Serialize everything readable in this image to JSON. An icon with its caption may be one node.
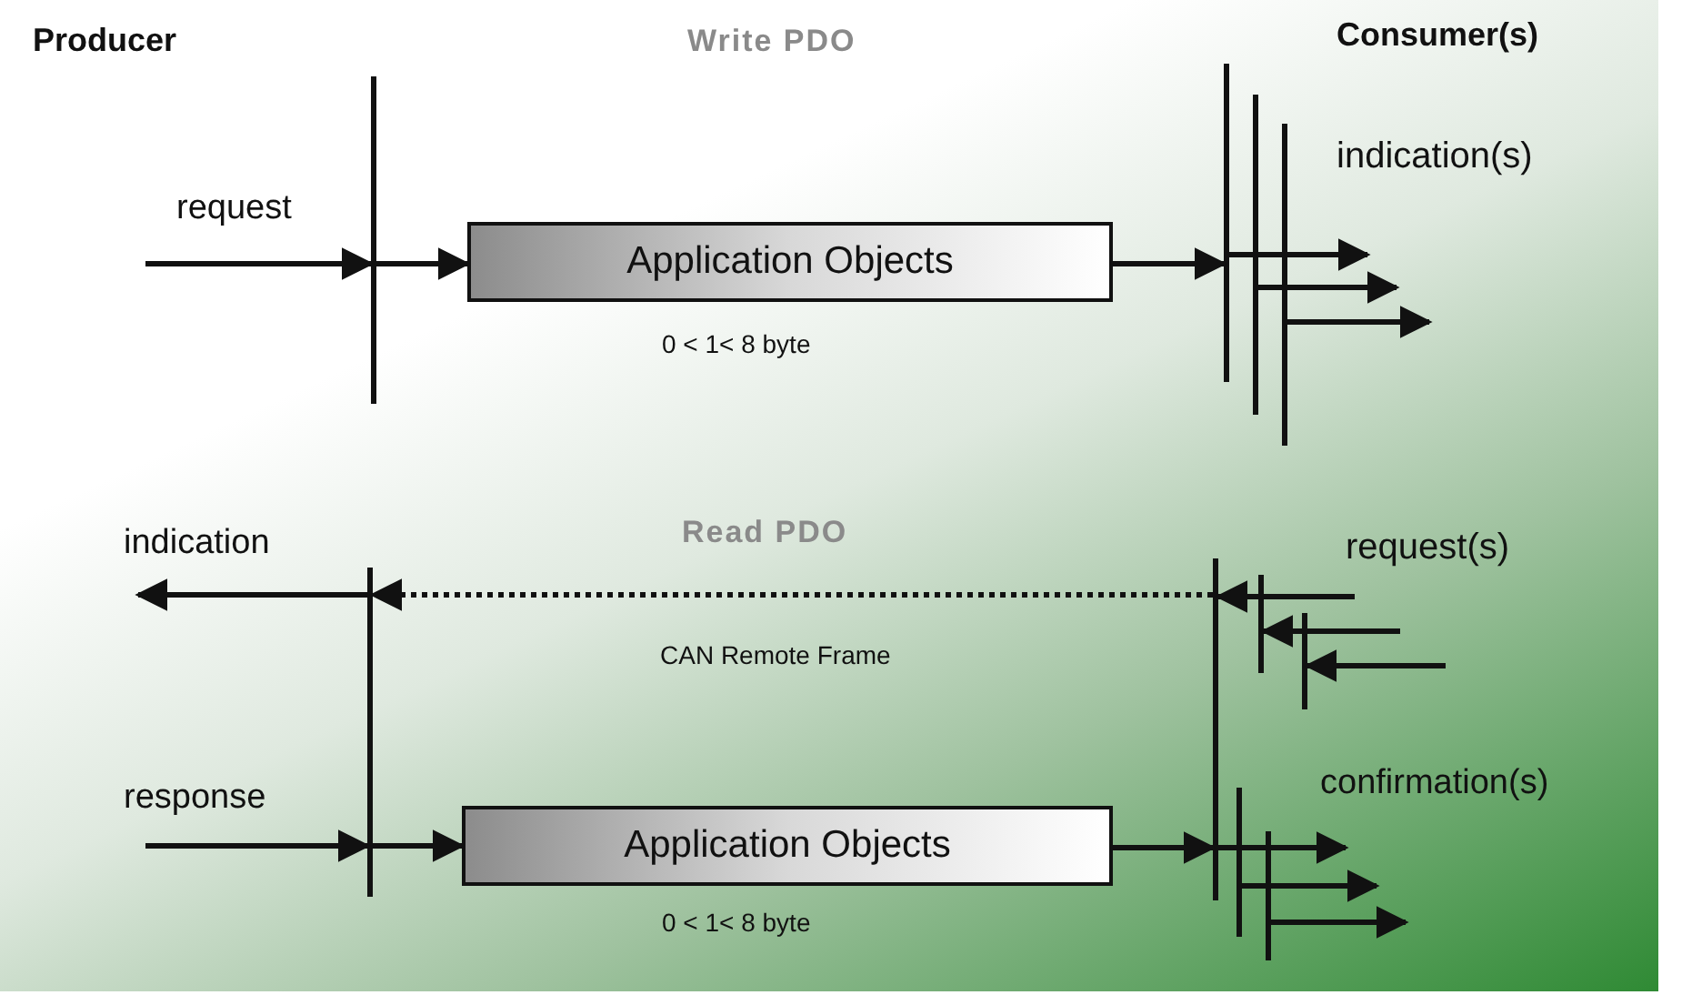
{
  "diagram": {
    "nodes": [
      {
        "text": [],
        "shape": "bar"
      },
      {
        "text": [
          "Application Objects"
        ],
        "beside": [
          "0 < 1< 8 byte"
        ]
      },
      {
        "text": [],
        "shape": "bar"
      },
      {
        "text": [],
        "shape": "bar"
      },
      {
        "text": [],
        "shape": "bar"
      },
      {
        "text": [],
        "shape": "bar"
      },
      {
        "text": [],
        "shape": "bar"
      },
      {
        "text": [],
        "shape": "bar"
      },
      {
        "text": [],
        "shape": "bar"
      },
      {
        "text": [
          "Application Objects"
        ],
        "beside": [
          "0 < 1< 8 byte"
        ]
      },
      {
        "text": [],
        "shape": "bar"
      },
      {
        "text": [],
        "shape": "bar"
      }
    ],
    "edges": [
      {
        "from": null,
        "to": 0,
        "arrow": "to",
        "label": "request"
      },
      {
        "from": 0,
        "to": 1,
        "arrow": "to"
      },
      {
        "from": 1,
        "to": 2,
        "arrow": "to"
      },
      {
        "from": 2,
        "to": null,
        "arrow": "to"
      },
      {
        "from": 3,
        "to": null,
        "arrow": "to"
      },
      {
        "from": 4,
        "to": null,
        "arrow": "to"
      },
      {
        "from": 6,
        "to": 5,
        "arrow": "to",
        "style": "dashed",
        "label": "CAN Remote Frame"
      },
      {
        "from": 5,
        "to": null,
        "arrow": "to",
        "label": "indication"
      },
      {
        "from": null,
        "to": 6,
        "arrow": "to"
      },
      {
        "from": null,
        "to": 7,
        "arrow": "to"
      },
      {
        "from": null,
        "to": 8,
        "arrow": "to"
      },
      {
        "from": null,
        "to": 5,
        "arrow": "to",
        "label": "response"
      },
      {
        "from": 5,
        "to": 9,
        "arrow": "to"
      },
      {
        "from": 9,
        "to": 6,
        "arrow": "to"
      },
      {
        "from": 6,
        "to": null,
        "arrow": "to"
      },
      {
        "from": 10,
        "to": null,
        "arrow": "to"
      },
      {
        "from": 11,
        "to": null,
        "arrow": "to"
      }
    ],
    "labels": [
      "Producer",
      "Write PDO",
      "Consumer(s)",
      "indication(s)",
      "Read PDO",
      "request(s)",
      "confirmation(s)"
    ]
  }
}
